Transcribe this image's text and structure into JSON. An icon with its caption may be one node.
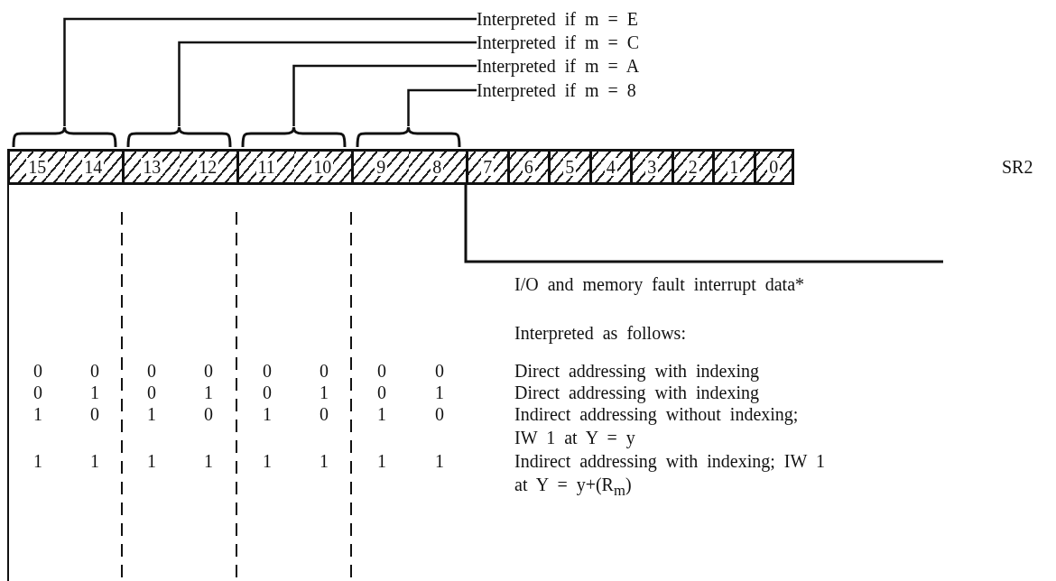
{
  "diagram": {
    "nodes": [
      {
        "text": [
          "Interpreted if m = E"
        ]
      },
      {
        "text": [
          "Interpreted if m = C"
        ]
      },
      {
        "text": [
          "Interpreted if m = A"
        ]
      },
      {
        "text": [
          "Interpreted if m = 8"
        ]
      },
      {
        "text": [],
        "shape": "brace"
      },
      {
        "text": [],
        "shape": "brace"
      },
      {
        "text": [],
        "shape": "brace"
      },
      {
        "text": [],
        "shape": "brace"
      },
      {
        "text": [
          "15"
        ]
      },
      {
        "text": [
          "14"
        ]
      },
      {
        "text": [
          "13"
        ]
      },
      {
        "text": [
          "12"
        ]
      },
      {
        "text": [
          "11"
        ]
      },
      {
        "text": [
          "10"
        ]
      },
      {
        "text": [
          "9"
        ]
      },
      {
        "text": [
          "8"
        ]
      },
      {
        "text": [
          "7"
        ]
      },
      {
        "text": [
          "6"
        ]
      },
      {
        "text": [
          "5"
        ]
      },
      {
        "text": [
          "4"
        ]
      },
      {
        "text": [
          "3"
        ]
      },
      {
        "text": [
          "2"
        ]
      },
      {
        "text": [
          "1"
        ]
      },
      {
        "text": [
          "0"
        ]
      }
    ],
    "edges": [
      {
        "from": 0,
        "to": 4,
        "arrow": "none"
      },
      {
        "from": 1,
        "to": 5,
        "arrow": "none"
      },
      {
        "from": 2,
        "to": 6,
        "arrow": "none"
      },
      {
        "from": 3,
        "to": 7,
        "arrow": "none"
      }
    ],
    "labels": [
      "SR2",
      "I/O and memory fault interrupt data*",
      "Interpreted as follows:",
      "0",
      "0",
      "0",
      "0",
      "0",
      "0",
      "0",
      "0",
      "Direct addressing with indexing",
      "0",
      "1",
      "0",
      "1",
      "0",
      "1",
      "0",
      "1",
      "Direct addressing with indexing",
      "1",
      "0",
      "1",
      "0",
      "1",
      "0",
      "1",
      "0",
      "Indirect addressing without indexing; IW 1 at Y = y",
      "1",
      "1",
      "1",
      "1",
      "1",
      "1",
      "1",
      "1",
      "Indirect addressing with indexing; IW 1 at Y = y+(R$_{m}$)"
    ]
  }
}
